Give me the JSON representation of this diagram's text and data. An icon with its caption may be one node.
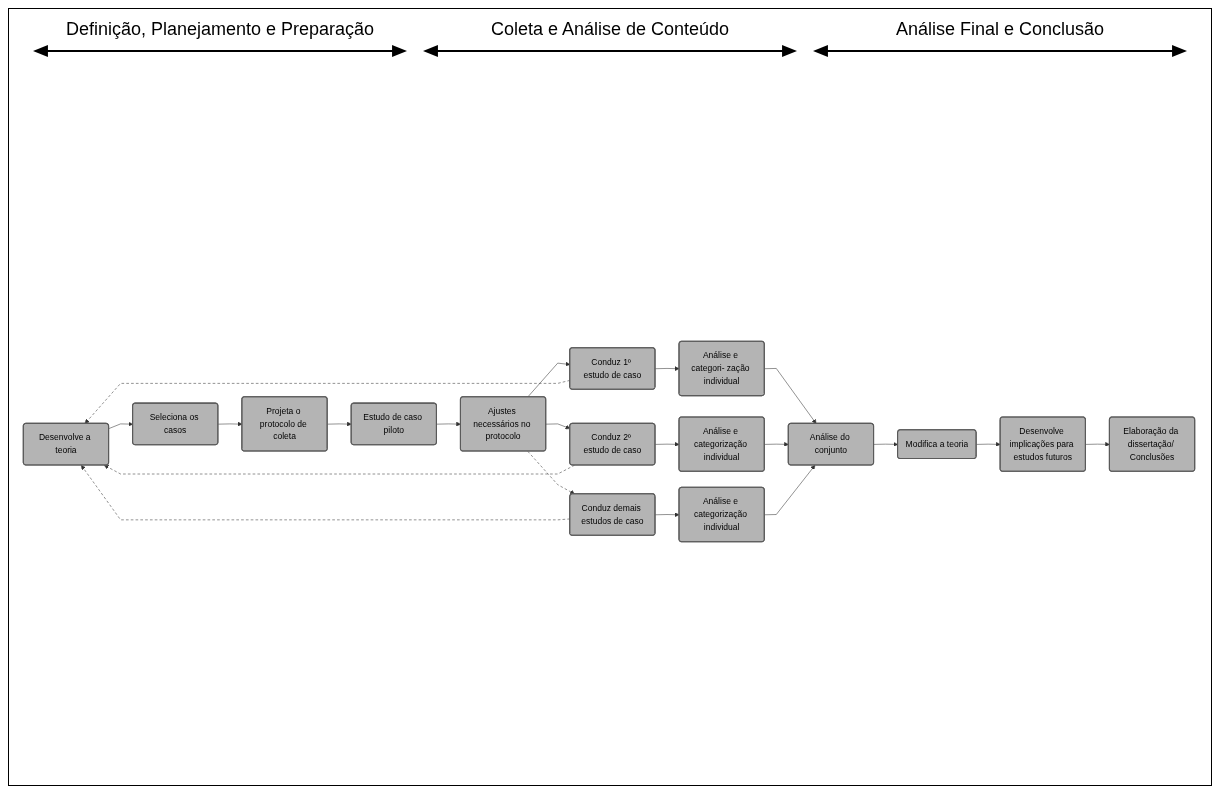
{
  "diagram": {
    "nodes": [
      {
        "text": [
          "Desenvolve a teoria"
        ]
      },
      {
        "text": [
          "Seleciona os casos"
        ]
      },
      {
        "text": [
          "Projeta o protocolo de coleta"
        ]
      },
      {
        "text": [
          "Estudo de caso piloto"
        ]
      },
      {
        "text": [
          "Ajustes necessários no protocolo"
        ]
      },
      {
        "text": [
          "Conduz 1º estudo de caso"
        ]
      },
      {
        "text": [
          "Conduz 2º estudo de caso"
        ]
      },
      {
        "text": [
          "Conduz demais estudos de caso"
        ]
      },
      {
        "text": [
          "Análise e categori- zação individual"
        ]
      },
      {
        "text": [
          "Análise e categorização individual"
        ]
      },
      {
        "text": [
          "Análise e categorização individual"
        ]
      },
      {
        "text": [
          "Análise do conjunto"
        ]
      },
      {
        "text": [
          "Modifica a teoria"
        ]
      },
      {
        "text": [
          "Desenvolve implicações para estudos futuros"
        ]
      },
      {
        "text": [
          "Elaboração da dissertação/ Conclusões"
        ]
      }
    ],
    "edges": [
      {
        "from": 0,
        "to": 1,
        "arrow": "to"
      },
      {
        "from": 1,
        "to": 2,
        "arrow": "to"
      },
      {
        "from": 2,
        "to": 3,
        "arrow": "to"
      },
      {
        "from": 3,
        "to": 4,
        "arrow": "to"
      },
      {
        "from": 4,
        "to": 5,
        "arrow": "to"
      },
      {
        "from": 4,
        "to": 6,
        "arrow": "to"
      },
      {
        "from": 4,
        "to": 7,
        "arrow": "to",
        "style": "dashed"
      },
      {
        "from": 5,
        "to": 0,
        "arrow": "to",
        "style": "dashed"
      },
      {
        "from": 5,
        "to": 8,
        "arrow": "to"
      },
      {
        "from": 6,
        "to": 0,
        "arrow": "to",
        "style": "dashed"
      },
      {
        "from": 6,
        "to": 9,
        "arrow": "to"
      },
      {
        "from": 7,
        "to": 0,
        "arrow": "to",
        "style": "dashed"
      },
      {
        "from": 7,
        "to": 10,
        "arrow": "to"
      },
      {
        "from": 8,
        "to": 11,
        "arrow": "to"
      },
      {
        "from": 9,
        "to": 11,
        "arrow": "to"
      },
      {
        "from": 10,
        "to": 11,
        "arrow": "to"
      },
      {
        "from": 11,
        "to": 12,
        "arrow": "to"
      },
      {
        "from": 12,
        "to": 13,
        "arrow": "to"
      },
      {
        "from": 13,
        "to": 14,
        "arrow": "to"
      }
    ],
    "labels": [
      "Definição, Planejamento e Preparação",
      "Coleta e Análise de Conteúdo",
      "Análise Final e Conclusão"
    ]
  }
}
